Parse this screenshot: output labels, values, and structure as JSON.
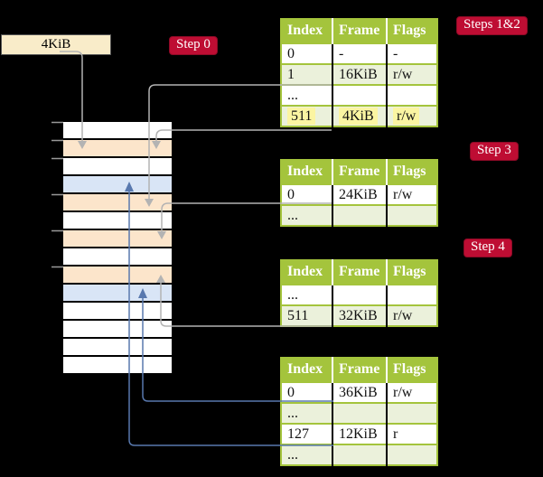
{
  "page_box": {
    "label": "4KiB"
  },
  "step_labels": {
    "step0": "Step 0",
    "steps12": "Steps 1&2",
    "step3": "Step 3",
    "step4": "Step 4"
  },
  "memory": {
    "rows": [
      "white",
      "peach",
      "white",
      "blue",
      "peach",
      "white",
      "peach",
      "white",
      "peach",
      "blue",
      "white",
      "white",
      "white",
      "white"
    ]
  },
  "tables": {
    "t1": {
      "headers": [
        "Index",
        "Frame",
        "Flags"
      ],
      "rows": [
        [
          "0",
          "-",
          "-"
        ],
        [
          "1",
          "16KiB",
          "r/w"
        ],
        [
          "...",
          "",
          ""
        ],
        [
          "511",
          "4KiB",
          "r/w"
        ]
      ]
    },
    "t2": {
      "headers": [
        "Index",
        "Frame",
        "Flags"
      ],
      "rows": [
        [
          "0",
          "24KiB",
          "r/w"
        ],
        [
          "...",
          "",
          ""
        ]
      ]
    },
    "t3": {
      "headers": [
        "Index",
        "Frame",
        "Flags"
      ],
      "rows": [
        [
          "...",
          "",
          ""
        ],
        [
          "511",
          "32KiB",
          "r/w"
        ]
      ]
    },
    "t4": {
      "headers": [
        "Index",
        "Frame",
        "Flags"
      ],
      "rows": [
        [
          "0",
          "36KiB",
          "r/w"
        ],
        [
          "...",
          "",
          ""
        ],
        [
          "127",
          "12KiB",
          "r"
        ],
        [
          "...",
          "",
          ""
        ]
      ]
    }
  },
  "colors": {
    "background": "#000000",
    "header_green": "#A4C43C",
    "row_green": "#EBF1DB",
    "highlight_yellow": "#FBF5A2",
    "peach": "#FCE5CB",
    "light_blue": "#D9E5F6",
    "cream": "#F9ECC9",
    "crimson": "#BE0D33",
    "gray_line": "#B3B3B3",
    "blue_line": "#5878AE"
  }
}
